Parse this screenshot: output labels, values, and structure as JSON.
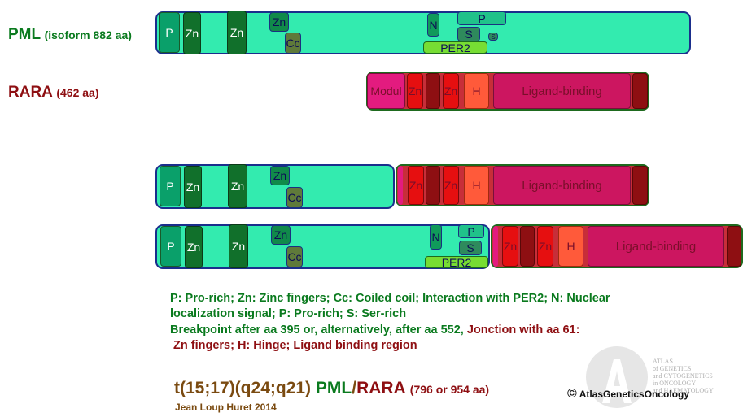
{
  "colors": {
    "pml_green": "#0a7a1e",
    "rara_red": "#8e0f12",
    "brown": "#7a4a10",
    "pml_body": "#33ebaf",
    "rara_body": "#c72e39"
  },
  "labels": {
    "pml_name": "PML",
    "pml_size": "(isoform 882 aa)",
    "rara_name": "RARA",
    "rara_size": "(462 aa)"
  },
  "domains": {
    "P": "P",
    "Zn": "Zn",
    "Cc": "Cc",
    "N": "N",
    "S": "S",
    "PER2": "PER2",
    "Modul": "Modul",
    "H": "H",
    "ligand": "Ligand-binding"
  },
  "legend": {
    "pml_line1": "P: Pro-rich; Zn: Zinc fingers; Cc: Coiled coil; Interaction with PER2; N: Nuclear",
    "pml_line2": "localization signal; P: Pro-rich; S: Ser-rich",
    "bp_green": "Breakpoint after aa 395 or, alternatively, after aa 552",
    "bp_sep": ",",
    "bp_red": "Jonction with aa 61:",
    "rara_line": "Zn fingers; H: Hinge; Ligand binding region"
  },
  "title": {
    "t_part": "t(15;17)(q24;q21)",
    "pml": "PML",
    "slash": "/",
    "rara": "RARA",
    "size": "(796 or 954 aa)"
  },
  "credit": {
    "author": "Jean Loup Huret 2014",
    "copyright_symbol": "©",
    "brand": "AtlasGeneticsOncology",
    "logo_line1": "ATLAS",
    "logo_line2": "of GENETICS",
    "logo_line3": "and CYTOGENETICS",
    "logo_line4": "in ONCOLOGY",
    "logo_line5": "and HAEMATOLOGY"
  }
}
